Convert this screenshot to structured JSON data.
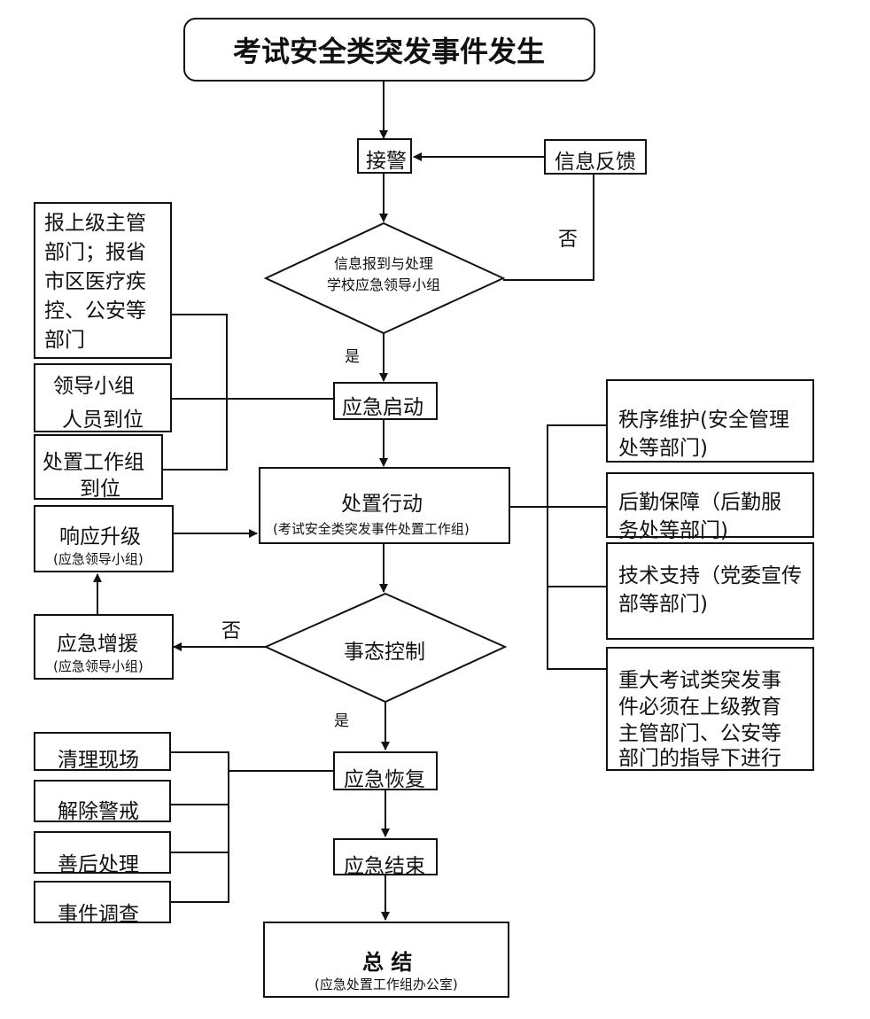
{
  "title": "考试安全类突发事件发生",
  "nodes": {
    "jiejing": "接警",
    "xinxi_fankui": "信息反馈",
    "report_upper": [
      "报上级主管",
      "部门；报省",
      "市区医疗疾",
      "控、公安等",
      "部门"
    ],
    "decision1": [
      "信息报到与处理",
      "学校应急领导小组"
    ],
    "lingdao": [
      "领导小组",
      "人员到位"
    ],
    "chuzhi_zu": [
      "处置工作组",
      "到位"
    ],
    "yingji_qidong": "应急启动",
    "chuzhi_xingdong": "处置行动",
    "chuzhi_xingdong_sub": "(考试安全类突发事件处置工作组)",
    "xiangying_shengji": "响应升级",
    "xiangying_shengji_sub": "(应急领导小组)",
    "zhixu": [
      "秩序维护(安全管理",
      "处等部门)"
    ],
    "houqin": [
      "后勤保障（后勤服",
      "务处等部门)"
    ],
    "jishu": [
      "技术支持（党委宣传",
      "部等部门)"
    ],
    "zhongda": [
      "重大考试类突发事",
      "件必须在上级教育",
      "主管部门、公安等",
      "部门的指导下进行"
    ],
    "shitai": "事态控制",
    "zengyuan": "应急增援",
    "zengyuan_sub": "(应急领导小组)",
    "qingli": "清理现场",
    "jiechu": "解除警戒",
    "shanhou": "善后处理",
    "diaocha": "事件调查",
    "huifu": "应急恢复",
    "jieshu": "应急结束",
    "zongjie": "总 结",
    "zongjie_sub": "(应急处置工作组办公室)"
  },
  "labels": {
    "no1": "否",
    "yes1": "是",
    "no2": "否",
    "yes2": "是"
  }
}
